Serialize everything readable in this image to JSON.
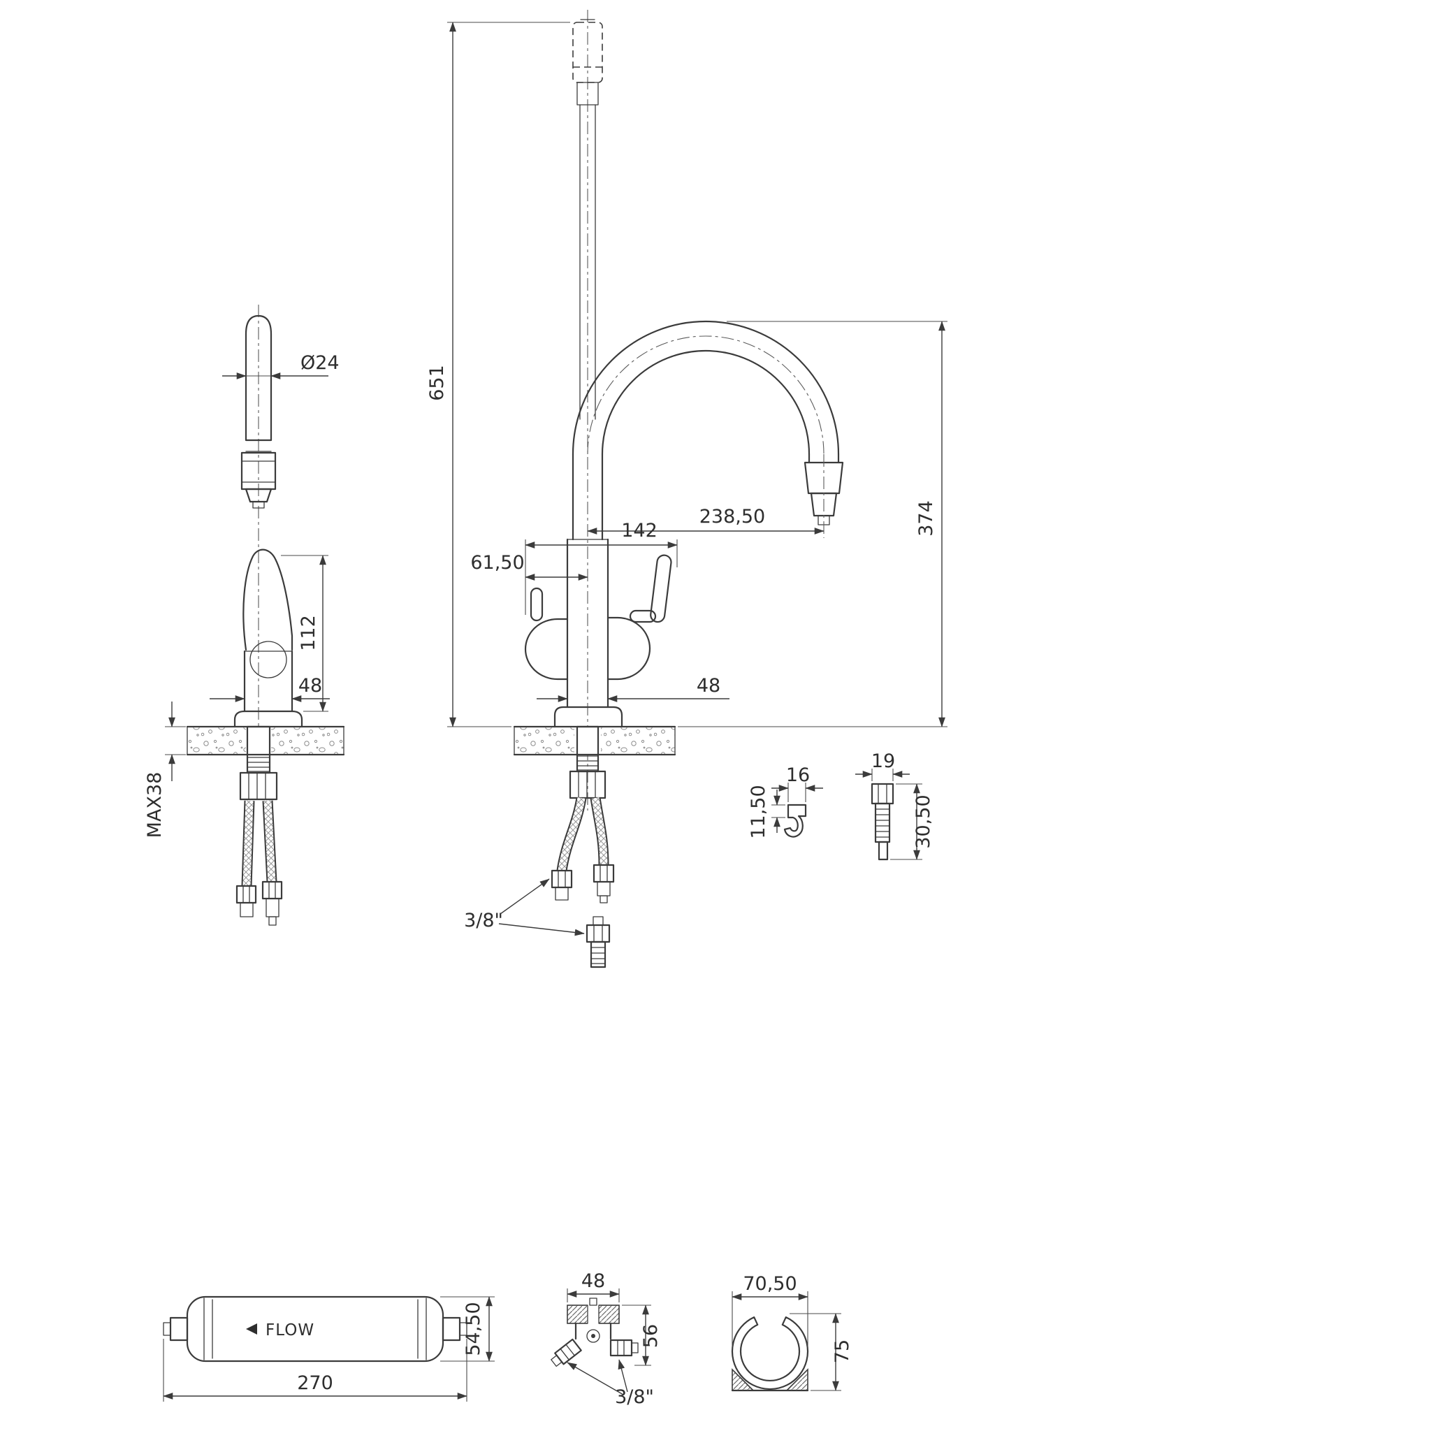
{
  "style": {
    "background": "#ffffff",
    "line_color": "#3b3b3b"
  },
  "drawing": {
    "side_view": {
      "spout_diameter": "Ø24",
      "body_height": "112",
      "body_width": "48",
      "max_counter_thickness": "MAX38"
    },
    "front_view": {
      "total_height": "651",
      "spout_height": "374",
      "spout_reach": "238,50",
      "handles_span": "142",
      "handle_offset": "61,50",
      "body_width": "48",
      "hose_thread": "3/8\""
    },
    "detail_collet": {
      "width": "16",
      "height": "11,50"
    },
    "detail_adapter": {
      "width": "19",
      "length": "30,50"
    },
    "filter": {
      "flow_label": "FLOW",
      "length": "270",
      "diameter": "54,50"
    },
    "valve": {
      "width": "48",
      "height": "56",
      "thread": "3/8\""
    },
    "pipe_clip": {
      "width": "70,50",
      "height": "75"
    }
  }
}
